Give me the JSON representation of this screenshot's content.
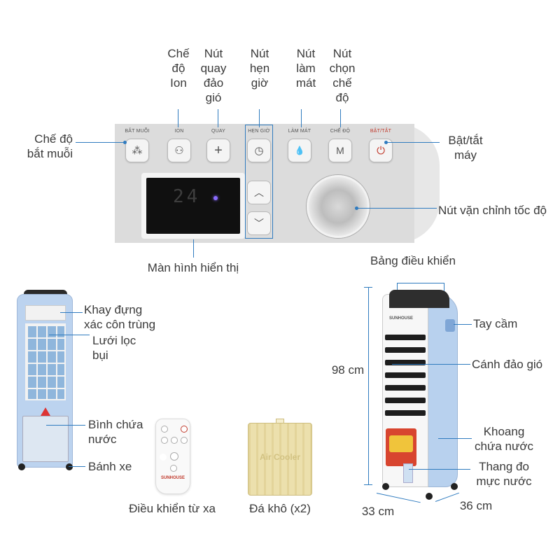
{
  "panel": {
    "buttons": [
      {
        "label": "BẮT MUỖI",
        "glyph": "⁂",
        "icon": "mosquito-icon"
      },
      {
        "label": "ION",
        "glyph": "⚇",
        "icon": "ion-icon"
      },
      {
        "label": "QUAY",
        "glyph": "+",
        "icon": "swing-icon"
      },
      {
        "label": "HẸN GIỜ",
        "glyph": "◷",
        "icon": "timer-icon"
      },
      {
        "label": "LÀM MÁT",
        "glyph": "💧",
        "icon": "cooling-icon"
      },
      {
        "label": "CHẾ ĐỘ",
        "glyph": "M",
        "icon": "mode-icon"
      },
      {
        "label": "BẬT/TẮT",
        "glyph": "⏻",
        "icon": "power-icon"
      }
    ],
    "display_value": "24",
    "up_glyph": "︿",
    "down_glyph": "﹀"
  },
  "callouts": {
    "che_do_ion": "Chế\nđộ\nIon",
    "nut_quay": "Nút\nquay\nđảo\ngió",
    "nut_hen_gio": "Nút\nhẹn\ngiờ",
    "nut_lam_mat": "Nút\nlàm\nmát",
    "nut_chon_che_do": "Nút\nchọn\nchế\nđộ",
    "che_do_bat_muoi": "Chế độ\nbắt muỗi",
    "bat_tat_may": "Bật/tắt\nmáy",
    "nut_van_toc_do": "Nút vặn chỉnh tốc độ",
    "man_hinh": "Màn hình hiển thị",
    "khay_dung": "Khay đựng\nxác côn trùng",
    "luoi_loc": "Lưới lọc\nbụi",
    "binh_chua": "Bình chứa\nnước",
    "banh_xe": "Bánh xe",
    "dieu_khien": "Điều khiển từ xa",
    "da_kho": "Đá khô (x2)",
    "bang_dieu_khien": "Bảng điều khiển",
    "tay_cam": "Tay cầm",
    "canh_dao_gio": "Cánh đảo gió",
    "khoang_chua": "Khoang\nchứa nước",
    "thang_do": "Thang đo\nmực nước"
  },
  "dimensions": {
    "height": "98 cm",
    "width": "33 cm",
    "depth": "36 cm"
  },
  "brand": "SUNHOUSE",
  "ice_pack_text": "Air Cooler",
  "colors": {
    "callout_line": "#2f7bbf",
    "power_red": "#c0392b",
    "cooler_blue": "#bcd3ef"
  }
}
